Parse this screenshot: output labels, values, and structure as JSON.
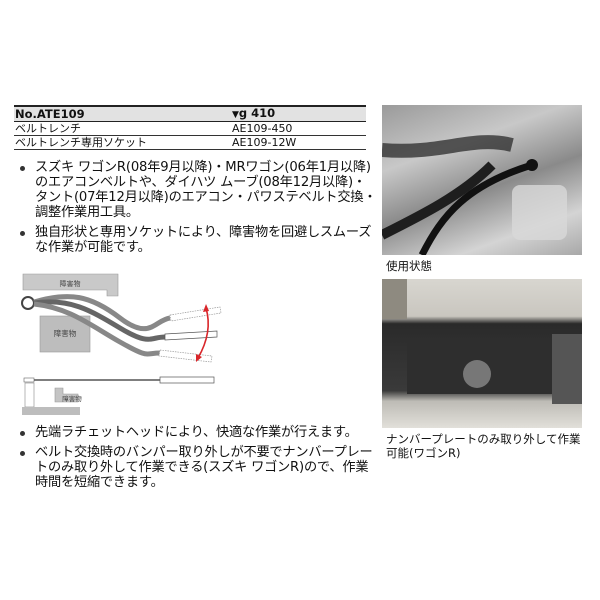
{
  "spec_table": {
    "header": {
      "model": "No.ATE109",
      "weight_icon": "down-triangle-icon",
      "weight_unit": "g",
      "weight_value": "410"
    },
    "rows": [
      {
        "name": "ベルトレンチ",
        "part_no": "AE109-450"
      },
      {
        "name": "ベルトレンチ専用ソケット",
        "part_no": "AE109-12W"
      }
    ]
  },
  "features_top": [
    "スズキ ワゴンR(08年9月以降)・MRワゴン(06年1月以降)のエアコンベルトや、ダイハツ ムーブ(08年12月以降)・タント(07年12月以降)のエアコン・パワステベルト交換・調整作業用工具。",
    "独自形状と専用ソケットにより、障害物を回避しスムーズな作業が可能です。"
  ],
  "diagram": {
    "obstacle_label": "障害物",
    "arrow_color": "#d9262a"
  },
  "features_bottom": [
    "先端ラチェットヘッドにより、快適な作業が行えます。",
    "ベルト交換時のバンパー取り外しが不要でナンバープレートのみ取り外して作業できる(スズキ ワゴンR)ので、作業時間を短縮できます。"
  ],
  "photos": [
    {
      "caption": "使用状態"
    },
    {
      "caption": "ナンバープレートのみ取り外して作業可能(ワゴンR)"
    }
  ]
}
